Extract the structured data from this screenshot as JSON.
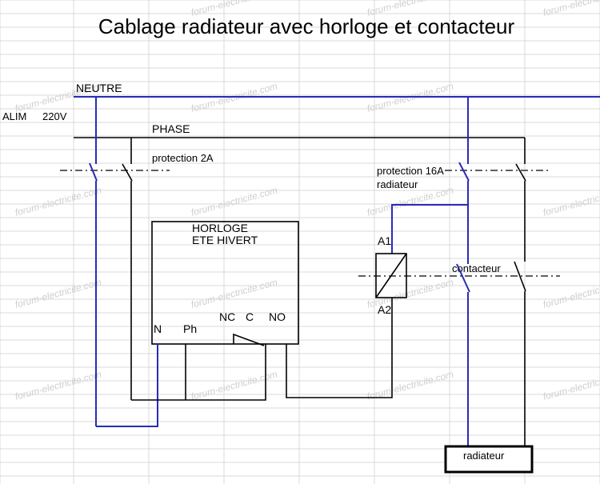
{
  "title": "Cablage radiateur avec horloge et contacteur",
  "labels": {
    "neutre": "NEUTRE",
    "alim": "ALIM",
    "voltage": "220V",
    "phase": "PHASE",
    "protection_2a": "protection 2A",
    "protection_16a": "protection 16A",
    "radiateur_line": "radiateur",
    "horloge_line1": "HORLOGE",
    "horloge_line2": "ETE HIVERT",
    "term_n": "N",
    "term_ph": "Ph",
    "term_nc": "NC",
    "term_c": "C",
    "term_no": "NO",
    "coil_a1": "A1",
    "coil_a2": "A2",
    "contacteur": "contacteur",
    "radiateur_box": "radiateur"
  },
  "watermark": "forum-electricite.com",
  "colors": {
    "neutral_wire": "#2a2ab8",
    "phase_wire": "#000000",
    "grid": "#d8d8d8",
    "watermark": "#cfcfcf"
  }
}
